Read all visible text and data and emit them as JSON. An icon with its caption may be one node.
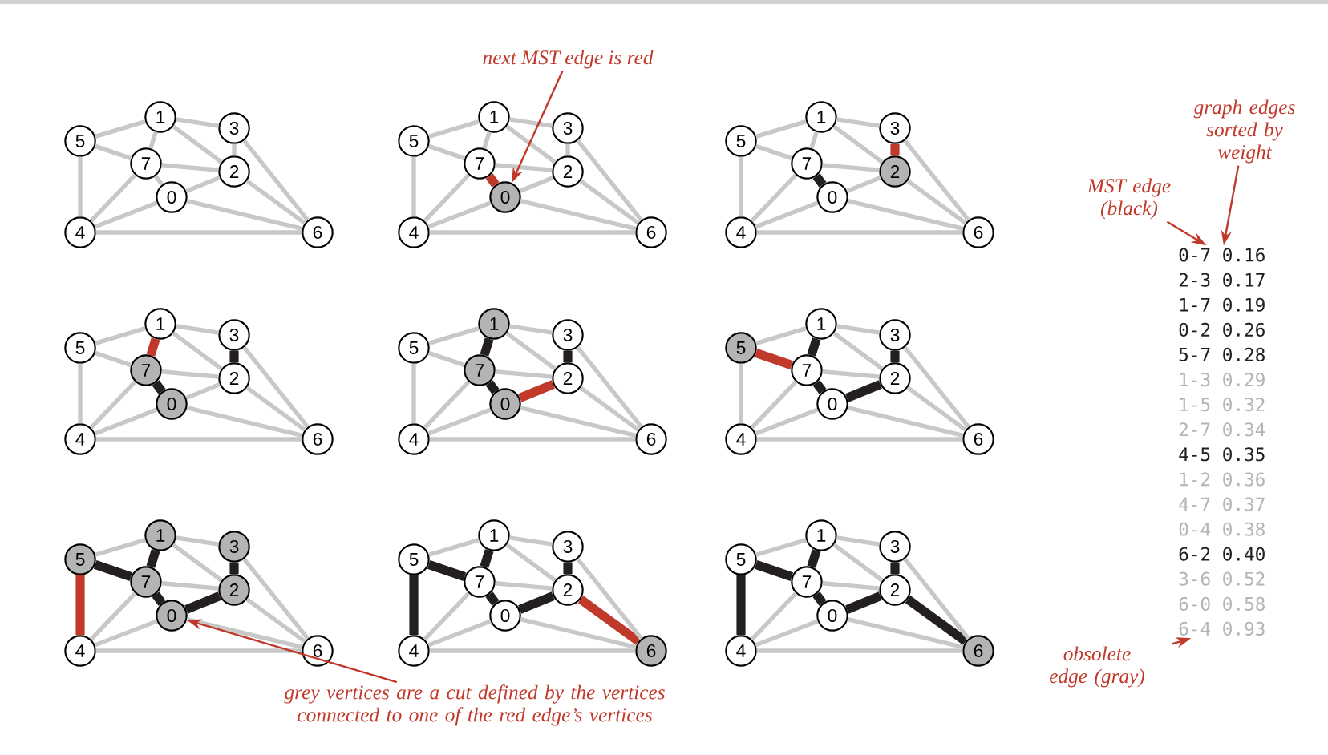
{
  "diagram": {
    "nodes": [
      {
        "text": [
          "1"
        ]
      },
      {
        "text": [
          "3"
        ]
      },
      {
        "text": [
          "5"
        ]
      },
      {
        "text": [
          "7"
        ]
      },
      {
        "text": [
          "2"
        ]
      },
      {
        "text": [
          "0"
        ]
      },
      {
        "text": [
          "4"
        ]
      },
      {
        "text": [
          "6"
        ]
      },
      {
        "text": [
          "1"
        ]
      },
      {
        "text": [
          "3"
        ]
      },
      {
        "text": [
          "5"
        ]
      },
      {
        "text": [
          "7"
        ]
      },
      {
        "text": [
          "2"
        ]
      },
      {
        "text": [
          "0"
        ]
      },
      {
        "text": [
          "4"
        ]
      },
      {
        "text": [
          "6"
        ]
      },
      {
        "text": [
          "1"
        ]
      },
      {
        "text": [
          "3"
        ]
      },
      {
        "text": [
          "5"
        ]
      },
      {
        "text": [
          "7"
        ]
      },
      {
        "text": [
          "2"
        ]
      },
      {
        "text": [
          "0"
        ]
      },
      {
        "text": [
          "4"
        ]
      },
      {
        "text": [
          "6"
        ]
      },
      {
        "text": [
          "1"
        ]
      },
      {
        "text": [
          "3"
        ]
      },
      {
        "text": [
          "5"
        ]
      },
      {
        "text": [
          "7"
        ]
      },
      {
        "text": [
          "2"
        ]
      },
      {
        "text": [
          "0"
        ]
      },
      {
        "text": [
          "4"
        ]
      },
      {
        "text": [
          "6"
        ]
      },
      {
        "text": [
          "1"
        ]
      },
      {
        "text": [
          "3"
        ]
      },
      {
        "text": [
          "5"
        ]
      },
      {
        "text": [
          "7"
        ]
      },
      {
        "text": [
          "2"
        ]
      },
      {
        "text": [
          "0"
        ]
      },
      {
        "text": [
          "4"
        ]
      },
      {
        "text": [
          "6"
        ]
      },
      {
        "text": [
          "1"
        ]
      },
      {
        "text": [
          "3"
        ]
      },
      {
        "text": [
          "5"
        ]
      },
      {
        "text": [
          "7"
        ]
      },
      {
        "text": [
          "2"
        ]
      },
      {
        "text": [
          "0"
        ]
      },
      {
        "text": [
          "4"
        ]
      },
      {
        "text": [
          "6"
        ]
      },
      {
        "text": [
          "1"
        ]
      },
      {
        "text": [
          "3"
        ]
      },
      {
        "text": [
          "5"
        ]
      },
      {
        "text": [
          "7"
        ]
      },
      {
        "text": [
          "2"
        ]
      },
      {
        "text": [
          "0"
        ]
      },
      {
        "text": [
          "4"
        ]
      },
      {
        "text": [
          "6"
        ]
      },
      {
        "text": [
          "1"
        ]
      },
      {
        "text": [
          "3"
        ]
      },
      {
        "text": [
          "5"
        ]
      },
      {
        "text": [
          "7"
        ]
      },
      {
        "text": [
          "2"
        ]
      },
      {
        "text": [
          "0"
        ]
      },
      {
        "text": [
          "4"
        ]
      },
      {
        "text": [
          "6"
        ]
      },
      {
        "text": [
          "1"
        ]
      },
      {
        "text": [
          "3"
        ]
      },
      {
        "text": [
          "5"
        ]
      },
      {
        "text": [
          "7"
        ]
      },
      {
        "text": [
          "2"
        ]
      },
      {
        "text": [
          "0"
        ]
      },
      {
        "text": [
          "4"
        ]
      },
      {
        "text": [
          "6"
        ]
      },
      {
        "text": [
          "next MST edge is red"
        ]
      },
      {
        "text": [
          "graph edges sorted by weight"
        ]
      },
      {
        "text": [
          "MST edge (black)"
        ]
      },
      {
        "text": [
          "obsolete edge (gray)"
        ]
      },
      {
        "text": [
          "grey vertices are a cut defined by the vertices connected to one of the red edge’s vertices"
        ]
      },
      {
        "text": [
          "0-7 0.16"
        ]
      },
      {
        "text": [
          "6-4 0.93"
        ]
      }
    ],
    "edges": [
      {
        "from": 5,
        "to": 3,
        "arrow": "none"
      },
      {
        "from": 4,
        "to": 1,
        "arrow": "none"
      },
      {
        "from": 0,
        "to": 3,
        "arrow": "none"
      },
      {
        "from": 5,
        "to": 4,
        "arrow": "none"
      },
      {
        "from": 2,
        "to": 3,
        "arrow": "none"
      },
      {
        "from": 0,
        "to": 1,
        "arrow": "none"
      },
      {
        "from": 0,
        "to": 2,
        "arrow": "none"
      },
      {
        "from": 4,
        "to": 3,
        "arrow": "none"
      },
      {
        "from": 6,
        "to": 2,
        "arrow": "none"
      },
      {
        "from": 0,
        "to": 4,
        "arrow": "none"
      },
      {
        "from": 6,
        "to": 3,
        "arrow": "none"
      },
      {
        "from": 5,
        "to": 6,
        "arrow": "none"
      },
      {
        "from": 7,
        "to": 4,
        "arrow": "none"
      },
      {
        "from": 1,
        "to": 7,
        "arrow": "none"
      },
      {
        "from": 7,
        "to": 5,
        "arrow": "none"
      },
      {
        "from": 7,
        "to": 6,
        "arrow": "none"
      },
      {
        "from": 13,
        "to": 11,
        "arrow": "none",
        "style": "thick",
        "color": "#c0392b"
      },
      {
        "from": 12,
        "to": 9,
        "arrow": "none"
      },
      {
        "from": 8,
        "to": 11,
        "arrow": "none"
      },
      {
        "from": 13,
        "to": 12,
        "arrow": "none"
      },
      {
        "from": 10,
        "to": 11,
        "arrow": "none"
      },
      {
        "from": 8,
        "to": 9,
        "arrow": "none"
      },
      {
        "from": 8,
        "to": 10,
        "arrow": "none"
      },
      {
        "from": 12,
        "to": 11,
        "arrow": "none"
      },
      {
        "from": 14,
        "to": 10,
        "arrow": "none"
      },
      {
        "from": 8,
        "to": 12,
        "arrow": "none"
      },
      {
        "from": 14,
        "to": 11,
        "arrow": "none"
      },
      {
        "from": 13,
        "to": 14,
        "arrow": "none"
      },
      {
        "from": 15,
        "to": 12,
        "arrow": "none"
      },
      {
        "from": 9,
        "to": 15,
        "arrow": "none"
      },
      {
        "from": 15,
        "to": 13,
        "arrow": "none"
      },
      {
        "from": 15,
        "to": 14,
        "arrow": "none"
      },
      {
        "from": 21,
        "to": 19,
        "arrow": "none",
        "style": "thick",
        "color": "#231f20"
      },
      {
        "from": 20,
        "to": 17,
        "arrow": "none",
        "style": "thick",
        "color": "#c0392b"
      },
      {
        "from": 16,
        "to": 19,
        "arrow": "none"
      },
      {
        "from": 21,
        "to": 20,
        "arrow": "none"
      },
      {
        "from": 18,
        "to": 19,
        "arrow": "none"
      },
      {
        "from": 16,
        "to": 17,
        "arrow": "none"
      },
      {
        "from": 16,
        "to": 18,
        "arrow": "none"
      },
      {
        "from": 20,
        "to": 19,
        "arrow": "none"
      },
      {
        "from": 22,
        "to": 18,
        "arrow": "none"
      },
      {
        "from": 16,
        "to": 20,
        "arrow": "none"
      },
      {
        "from": 22,
        "to": 19,
        "arrow": "none"
      },
      {
        "from": 21,
        "to": 22,
        "arrow": "none"
      },
      {
        "from": 23,
        "to": 20,
        "arrow": "none"
      },
      {
        "from": 17,
        "to": 23,
        "arrow": "none"
      },
      {
        "from": 23,
        "to": 21,
        "arrow": "none"
      },
      {
        "from": 23,
        "to": 22,
        "arrow": "none"
      },
      {
        "from": 29,
        "to": 27,
        "arrow": "none",
        "style": "thick",
        "color": "#231f20"
      },
      {
        "from": 28,
        "to": 25,
        "arrow": "none",
        "style": "thick",
        "color": "#231f20"
      },
      {
        "from": 24,
        "to": 27,
        "arrow": "none",
        "style": "thick",
        "color": "#c0392b"
      },
      {
        "from": 29,
        "to": 28,
        "arrow": "none"
      },
      {
        "from": 26,
        "to": 27,
        "arrow": "none"
      },
      {
        "from": 24,
        "to": 25,
        "arrow": "none"
      },
      {
        "from": 24,
        "to": 26,
        "arrow": "none"
      },
      {
        "from": 28,
        "to": 27,
        "arrow": "none"
      },
      {
        "from": 30,
        "to": 26,
        "arrow": "none"
      },
      {
        "from": 24,
        "to": 28,
        "arrow": "none"
      },
      {
        "from": 30,
        "to": 27,
        "arrow": "none"
      },
      {
        "from": 29,
        "to": 30,
        "arrow": "none"
      },
      {
        "from": 31,
        "to": 28,
        "arrow": "none"
      },
      {
        "from": 25,
        "to": 31,
        "arrow": "none"
      },
      {
        "from": 31,
        "to": 29,
        "arrow": "none"
      },
      {
        "from": 31,
        "to": 30,
        "arrow": "none"
      },
      {
        "from": 37,
        "to": 35,
        "arrow": "none",
        "style": "thick",
        "color": "#231f20"
      },
      {
        "from": 36,
        "to": 33,
        "arrow": "none",
        "style": "thick",
        "color": "#231f20"
      },
      {
        "from": 32,
        "to": 35,
        "arrow": "none",
        "style": "thick",
        "color": "#231f20"
      },
      {
        "from": 37,
        "to": 36,
        "arrow": "none",
        "style": "thick",
        "color": "#c0392b"
      },
      {
        "from": 34,
        "to": 35,
        "arrow": "none"
      },
      {
        "from": 32,
        "to": 33,
        "arrow": "none"
      },
      {
        "from": 32,
        "to": 34,
        "arrow": "none"
      },
      {
        "from": 36,
        "to": 35,
        "arrow": "none"
      },
      {
        "from": 38,
        "to": 34,
        "arrow": "none"
      },
      {
        "from": 32,
        "to": 36,
        "arrow": "none"
      },
      {
        "from": 38,
        "to": 35,
        "arrow": "none"
      },
      {
        "from": 37,
        "to": 38,
        "arrow": "none"
      },
      {
        "from": 39,
        "to": 36,
        "arrow": "none"
      },
      {
        "from": 33,
        "to": 39,
        "arrow": "none"
      },
      {
        "from": 39,
        "to": 37,
        "arrow": "none"
      },
      {
        "from": 39,
        "to": 38,
        "arrow": "none"
      },
      {
        "from": 45,
        "to": 43,
        "arrow": "none",
        "style": "thick",
        "color": "#231f20"
      },
      {
        "from": 44,
        "to": 41,
        "arrow": "none",
        "style": "thick",
        "color": "#231f20"
      },
      {
        "from": 40,
        "to": 43,
        "arrow": "none",
        "style": "thick",
        "color": "#231f20"
      },
      {
        "from": 45,
        "to": 44,
        "arrow": "none",
        "style": "thick",
        "color": "#231f20"
      },
      {
        "from": 42,
        "to": 43,
        "arrow": "none",
        "style": "thick",
        "color": "#c0392b"
      },
      {
        "from": 40,
        "to": 41,
        "arrow": "none"
      },
      {
        "from": 40,
        "to": 42,
        "arrow": "none"
      },
      {
        "from": 44,
        "to": 43,
        "arrow": "none"
      },
      {
        "from": 46,
        "to": 42,
        "arrow": "none"
      },
      {
        "from": 40,
        "to": 44,
        "arrow": "none"
      },
      {
        "from": 46,
        "to": 43,
        "arrow": "none"
      },
      {
        "from": 45,
        "to": 46,
        "arrow": "none"
      },
      {
        "from": 47,
        "to": 44,
        "arrow": "none"
      },
      {
        "from": 41,
        "to": 47,
        "arrow": "none"
      },
      {
        "from": 47,
        "to": 45,
        "arrow": "none"
      },
      {
        "from": 47,
        "to": 46,
        "arrow": "none"
      },
      {
        "from": 53,
        "to": 51,
        "arrow": "none",
        "style": "thick",
        "color": "#231f20"
      },
      {
        "from": 52,
        "to": 49,
        "arrow": "none",
        "style": "thick",
        "color": "#231f20"
      },
      {
        "from": 48,
        "to": 51,
        "arrow": "none",
        "style": "thick",
        "color": "#231f20"
      },
      {
        "from": 53,
        "to": 52,
        "arrow": "none",
        "style": "thick",
        "color": "#231f20"
      },
      {
        "from": 50,
        "to": 51,
        "arrow": "none",
        "style": "thick",
        "color": "#231f20"
      },
      {
        "from": 48,
        "to": 49,
        "arrow": "none"
      },
      {
        "from": 48,
        "to": 50,
        "arrow": "none"
      },
      {
        "from": 52,
        "to": 51,
        "arrow": "none"
      },
      {
        "from": 54,
        "to": 50,
        "arrow": "none",
        "style": "thick",
        "color": "#c0392b"
      },
      {
        "from": 48,
        "to": 52,
        "arrow": "none"
      },
      {
        "from": 54,
        "to": 51,
        "arrow": "none"
      },
      {
        "from": 53,
        "to": 54,
        "arrow": "none"
      },
      {
        "from": 55,
        "to": 52,
        "arrow": "none"
      },
      {
        "from": 49,
        "to": 55,
        "arrow": "none"
      },
      {
        "from": 55,
        "to": 53,
        "arrow": "none"
      },
      {
        "from": 55,
        "to": 54,
        "arrow": "none"
      },
      {
        "from": 61,
        "to": 59,
        "arrow": "none",
        "style": "thick",
        "color": "#231f20"
      },
      {
        "from": 60,
        "to": 57,
        "arrow": "none",
        "style": "thick",
        "color": "#231f20"
      },
      {
        "from": 56,
        "to": 59,
        "arrow": "none",
        "style": "thick",
        "color": "#231f20"
      },
      {
        "from": 61,
        "to": 60,
        "arrow": "none",
        "style": "thick",
        "color": "#231f20"
      },
      {
        "from": 58,
        "to": 59,
        "arrow": "none",
        "style": "thick",
        "color": "#231f20"
      },
      {
        "from": 56,
        "to": 57,
        "arrow": "none"
      },
      {
        "from": 56,
        "to": 58,
        "arrow": "none"
      },
      {
        "from": 60,
        "to": 59,
        "arrow": "none"
      },
      {
        "from": 62,
        "to": 58,
        "arrow": "none",
        "style": "thick",
        "color": "#231f20"
      },
      {
        "from": 56,
        "to": 60,
        "arrow": "none"
      },
      {
        "from": 62,
        "to": 59,
        "arrow": "none"
      },
      {
        "from": 61,
        "to": 62,
        "arrow": "none"
      },
      {
        "from": 63,
        "to": 60,
        "arrow": "none",
        "style": "thick",
        "color": "#c0392b"
      },
      {
        "from": 57,
        "to": 63,
        "arrow": "none"
      },
      {
        "from": 63,
        "to": 61,
        "arrow": "none"
      },
      {
        "from": 63,
        "to": 62,
        "arrow": "none"
      },
      {
        "from": 69,
        "to": 67,
        "arrow": "none",
        "style": "thick",
        "color": "#231f20"
      },
      {
        "from": 68,
        "to": 65,
        "arrow": "none",
        "style": "thick",
        "color": "#231f20"
      },
      {
        "from": 64,
        "to": 67,
        "arrow": "none",
        "style": "thick",
        "color": "#231f20"
      },
      {
        "from": 69,
        "to": 68,
        "arrow": "none",
        "style": "thick",
        "color": "#231f20"
      },
      {
        "from": 66,
        "to": 67,
        "arrow": "none",
        "style": "thick",
        "color": "#231f20"
      },
      {
        "from": 64,
        "to": 65,
        "arrow": "none"
      },
      {
        "from": 64,
        "to": 66,
        "arrow": "none"
      },
      {
        "from": 68,
        "to": 67,
        "arrow": "none"
      },
      {
        "from": 70,
        "to": 66,
        "arrow": "none",
        "style": "thick",
        "color": "#231f20"
      },
      {
        "from": 64,
        "to": 68,
        "arrow": "none"
      },
      {
        "from": 70,
        "to": 67,
        "arrow": "none"
      },
      {
        "from": 69,
        "to": 70,
        "arrow": "none"
      },
      {
        "from": 71,
        "to": 68,
        "arrow": "none",
        "style": "thick",
        "color": "#231f20"
      },
      {
        "from": 65,
        "to": 71,
        "arrow": "none"
      },
      {
        "from": 71,
        "to": 69,
        "arrow": "none"
      },
      {
        "from": 71,
        "to": 70,
        "arrow": "none"
      },
      {
        "from": 72,
        "to": 13,
        "arrow": "to",
        "color": "#c0392b"
      },
      {
        "from": 73,
        "to": 77,
        "arrow": "to",
        "color": "#c0392b"
      },
      {
        "from": 74,
        "to": 77,
        "arrow": "to",
        "color": "#c0392b"
      },
      {
        "from": 75,
        "to": 78,
        "arrow": "to",
        "color": "#c0392b"
      },
      {
        "from": 76,
        "to": 53,
        "arrow": "to",
        "color": "#c0392b"
      }
    ],
    "labels": [
      "2-3 0.17",
      "1-7 0.19",
      "0-2 0.26",
      "5-7 0.28",
      "1-3 0.29",
      "1-5 0.32",
      "2-7 0.34",
      "4-5 0.35",
      "1-2 0.36",
      "4-7 0.37",
      "0-4 0.38",
      "6-2 0.40",
      "3-6 0.52",
      "6-0 0.58"
    ]
  }
}
